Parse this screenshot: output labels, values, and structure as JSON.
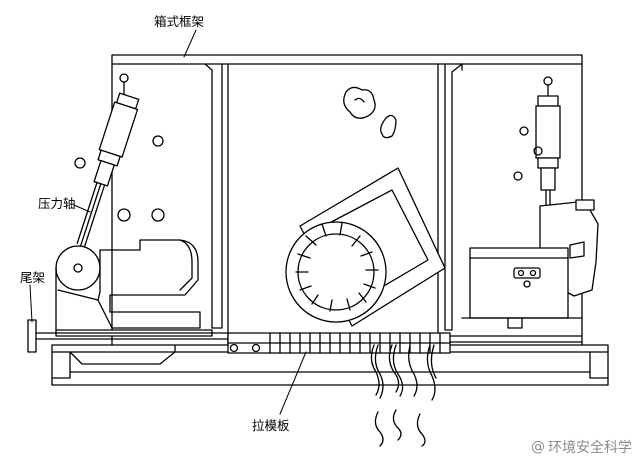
{
  "labels": {
    "frame": "箱式框架",
    "pressure_shaft": "压力轴",
    "tail_frame": "尾架",
    "pull_plate": "拉模板"
  },
  "watermark": {
    "text": "环境安全科学",
    "icon": "at-sign-icon",
    "color": "#8c8c8c"
  },
  "colors": {
    "stroke": "#000000",
    "background": "#ffffff"
  }
}
